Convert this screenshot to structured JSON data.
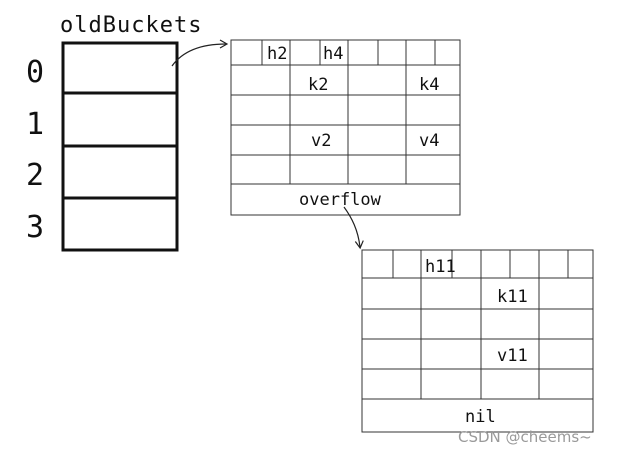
{
  "title": "oldBuckets",
  "bucket_indices": [
    "0",
    "1",
    "2",
    "3"
  ],
  "bmap1": {
    "tophash": [
      "",
      "h2",
      "h4",
      "",
      "",
      "",
      ""
    ],
    "keys": [
      "",
      "k2",
      "",
      "k4"
    ],
    "values": [
      "",
      "v2",
      "",
      "v4"
    ],
    "overflow_label": "overflow"
  },
  "bmap2": {
    "tophash": [
      "",
      "",
      "h11",
      "",
      "",
      "",
      "",
      ""
    ],
    "keys": [
      "",
      "",
      "k11",
      ""
    ],
    "values": [
      "",
      "",
      "v11",
      ""
    ],
    "overflow_label": "nil"
  },
  "watermark": "CSDN @cheems~"
}
